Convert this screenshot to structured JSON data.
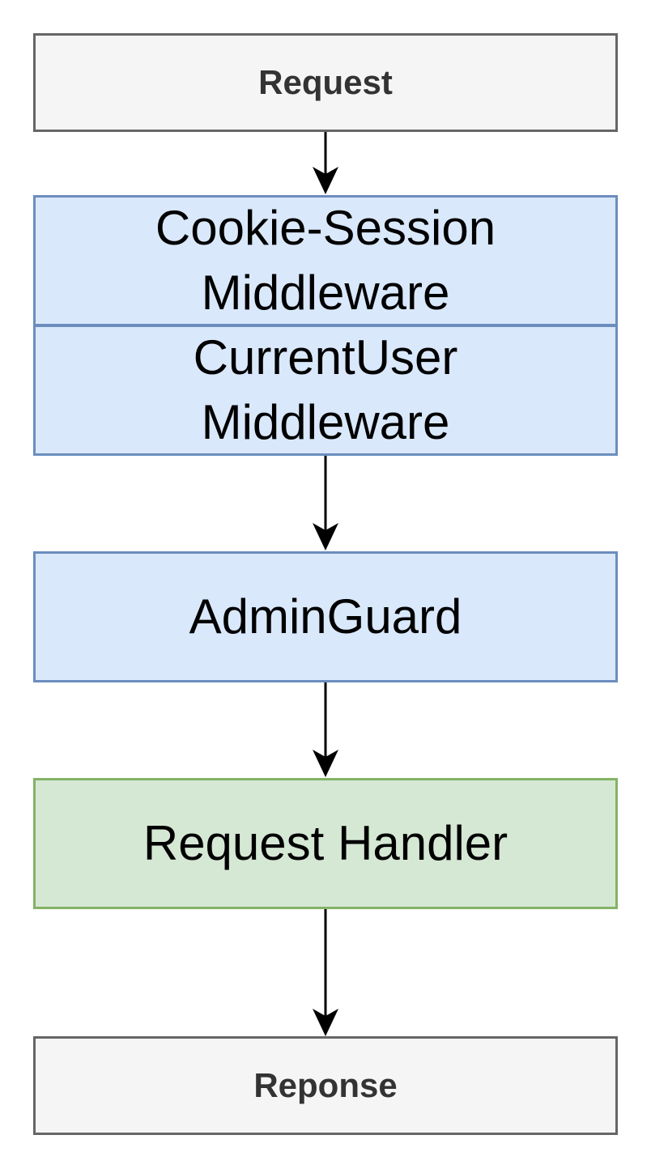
{
  "nodes": {
    "request": "Request",
    "cookie_session": "Cookie-Session\nMiddleware",
    "current_user": "CurrentUser\nMiddleware",
    "admin_guard": "AdminGuard",
    "request_handler": "Request Handler",
    "response": "Reponse"
  },
  "colors": {
    "gray_fill": "#f5f5f5",
    "gray_stroke": "#666666",
    "blue_fill": "#dae8fc",
    "blue_stroke": "#6c8ebf",
    "green_fill": "#d5e8d4",
    "green_stroke": "#82b366"
  },
  "edges": [
    {
      "from": "request",
      "to": "cookie_session"
    },
    {
      "from": "current_user",
      "to": "admin_guard"
    },
    {
      "from": "admin_guard",
      "to": "request_handler"
    },
    {
      "from": "request_handler",
      "to": "response"
    }
  ]
}
